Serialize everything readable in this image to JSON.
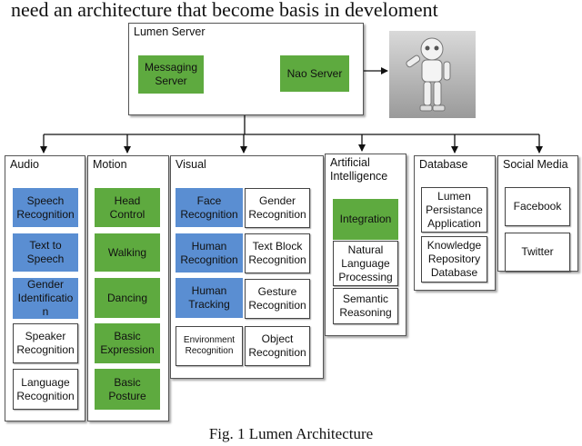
{
  "heading": "need an architecture that become basis in develoment",
  "caption": "Fig. 1 Lumen Architecture",
  "server": {
    "title": "Lumen Server",
    "messaging": "Messaging Server",
    "nao": "Nao Server"
  },
  "audio": {
    "title": "Audio",
    "items": [
      "Speech Recognition",
      "Text to Speech",
      "Gender Identificatio n",
      "Speaker Recognition",
      "Language Recognition"
    ]
  },
  "motion": {
    "title": "Motion",
    "items": [
      "Head Control",
      "Walking",
      "Dancing",
      "Basic Expression",
      "Basic Posture"
    ]
  },
  "visual": {
    "title": "Visual",
    "left": [
      "Face Recognition",
      "Human Recognition",
      "Human Tracking",
      "Environment Recognition"
    ],
    "right": [
      "Gender Recognition",
      "Text Block Recognition",
      "Gesture Recognition",
      "Object Recognition"
    ]
  },
  "ai": {
    "title": "Artificial Intelligence",
    "items": [
      "Integration",
      "Natural Language Processing",
      "Semantic Reasoning"
    ]
  },
  "database": {
    "title": "Database",
    "items": [
      "Lumen Persistance Application",
      "Knowledge Repository Database"
    ]
  },
  "social": {
    "title": "Social Media",
    "items": [
      "Facebook",
      "Twitter"
    ]
  },
  "colors": {
    "blue": "#5a8ed2",
    "green": "#5eaa3f"
  }
}
